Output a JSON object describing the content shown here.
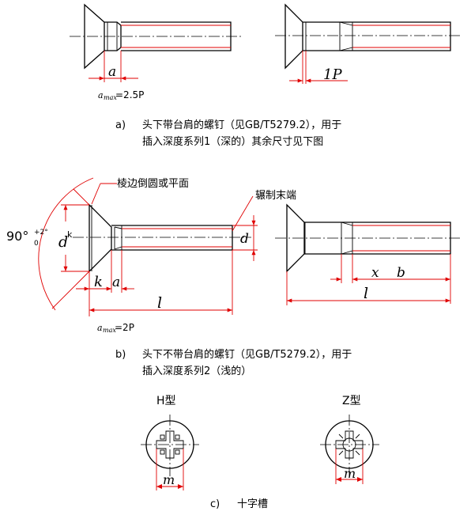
{
  "fig_a": {
    "label_a": "a",
    "label_1P": "1P",
    "amax_prefix": "a",
    "amax_sub": "max",
    "amax_value": "=2.5P",
    "caption_tag": "a)",
    "caption_line1": "头下带台肩的螺钉（见GB/T5279.2），用于",
    "caption_line2": "插入深度系列1（深的）其余尺寸见下图"
  },
  "fig_b": {
    "label_edge": "棱边倒圆或平面",
    "label_rolled_end": "辗制末端",
    "angle_main": "90°",
    "angle_tol_upper": "+2°",
    "angle_tol_lower": "0",
    "label_dk": "d",
    "label_dk_sub": "k",
    "label_d": "d",
    "label_k": "k",
    "label_a": "a",
    "label_l": "l",
    "label_x": "x",
    "label_b": "b",
    "label_l2": "l",
    "amax_prefix": "a",
    "amax_sub": "max",
    "amax_value": "=2P",
    "caption_tag": "b)",
    "caption_line1": "头下不带台肩的螺钉（见GB/T5279.2），用于",
    "caption_line2": "插入深度系列2（浅的）"
  },
  "fig_c": {
    "h_type": "H型",
    "z_type": "Z型",
    "label_m1": "m",
    "label_m2": "m",
    "caption_tag": "c)",
    "caption": "十字槽"
  },
  "colors": {
    "ink": "#000000",
    "dimension": "#e00000",
    "background": "#ffffff"
  }
}
